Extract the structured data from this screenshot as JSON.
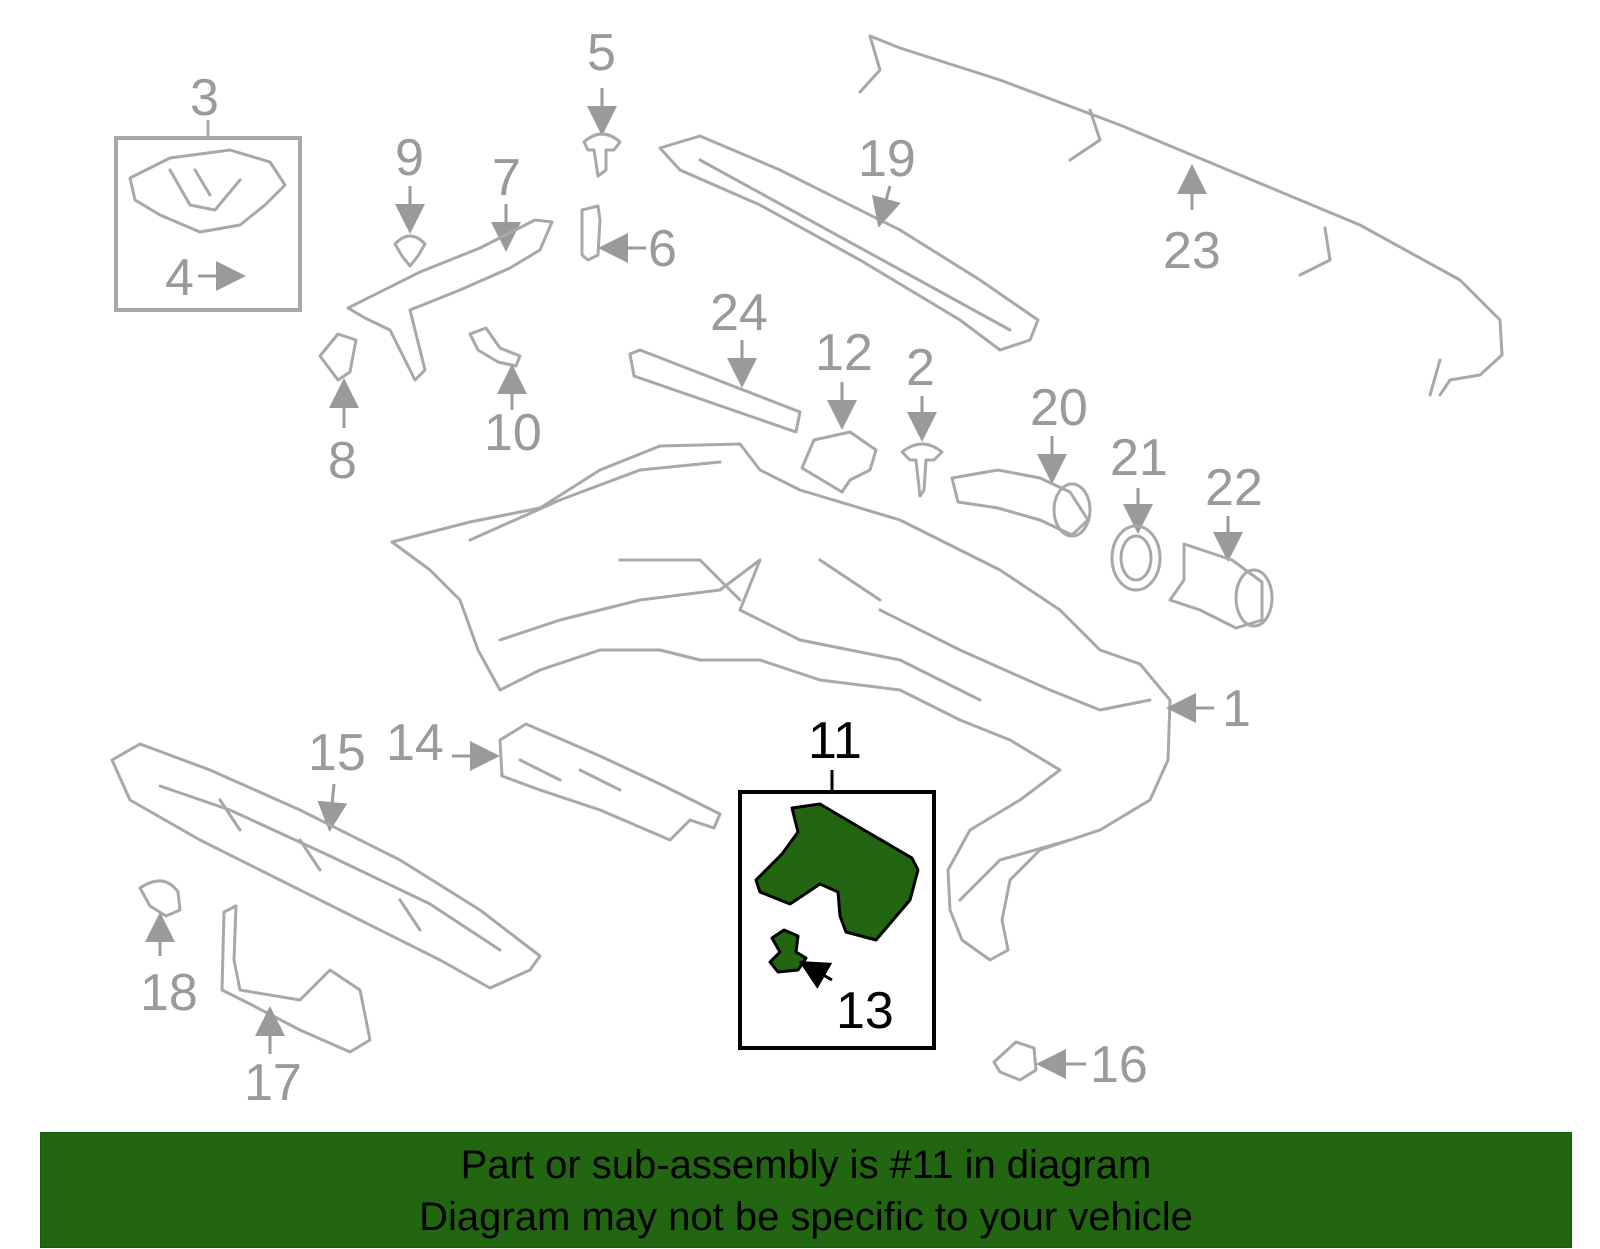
{
  "callouts": {
    "c1": "1",
    "c2": "2",
    "c3": "3",
    "c4": "4",
    "c5": "5",
    "c6": "6",
    "c7": "7",
    "c8": "8",
    "c9": "9",
    "c10": "10",
    "c11": "11",
    "c12": "12",
    "c13": "13",
    "c14": "14",
    "c15": "15",
    "c16": "16",
    "c17": "17",
    "c18": "18",
    "c19": "19",
    "c20": "20",
    "c21": "21",
    "c22": "22",
    "c23": "23",
    "c24": "24"
  },
  "banner": {
    "line1": "Part or sub-assembly is #11 in diagram",
    "line2": "Diagram may not be specific to your vehicle"
  },
  "colors": {
    "highlight": "#226611",
    "part_stroke": "#a8a8a8",
    "label": "#9a9a9a"
  }
}
